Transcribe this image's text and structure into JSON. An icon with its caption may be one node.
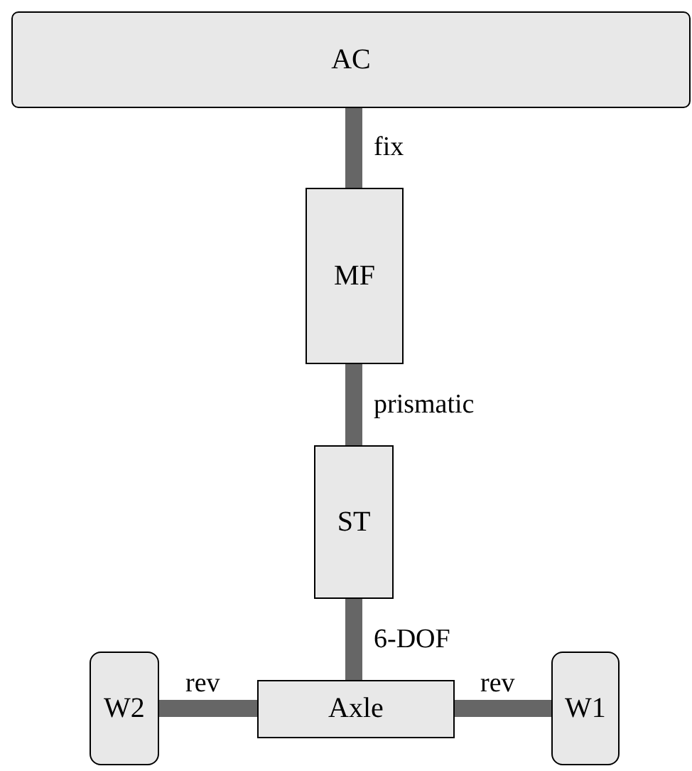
{
  "diagram": {
    "nodes": [
      {
        "text": [
          "AC"
        ]
      },
      {
        "text": [
          "MF"
        ]
      },
      {
        "text": [
          "ST"
        ]
      },
      {
        "text": [
          "Axle"
        ]
      },
      {
        "text": [
          "W2"
        ]
      },
      {
        "text": [
          "W1"
        ]
      }
    ],
    "edges": [
      {
        "from": 0,
        "to": 1,
        "arrow": "none",
        "label": "fix"
      },
      {
        "from": 1,
        "to": 2,
        "arrow": "none",
        "label": "prismatic"
      },
      {
        "from": 2,
        "to": 3,
        "arrow": "none",
        "label": "6-DOF"
      },
      {
        "from": 3,
        "to": 4,
        "arrow": "none",
        "label": "rev"
      },
      {
        "from": 3,
        "to": 5,
        "arrow": "none",
        "label": "rev"
      }
    ]
  }
}
